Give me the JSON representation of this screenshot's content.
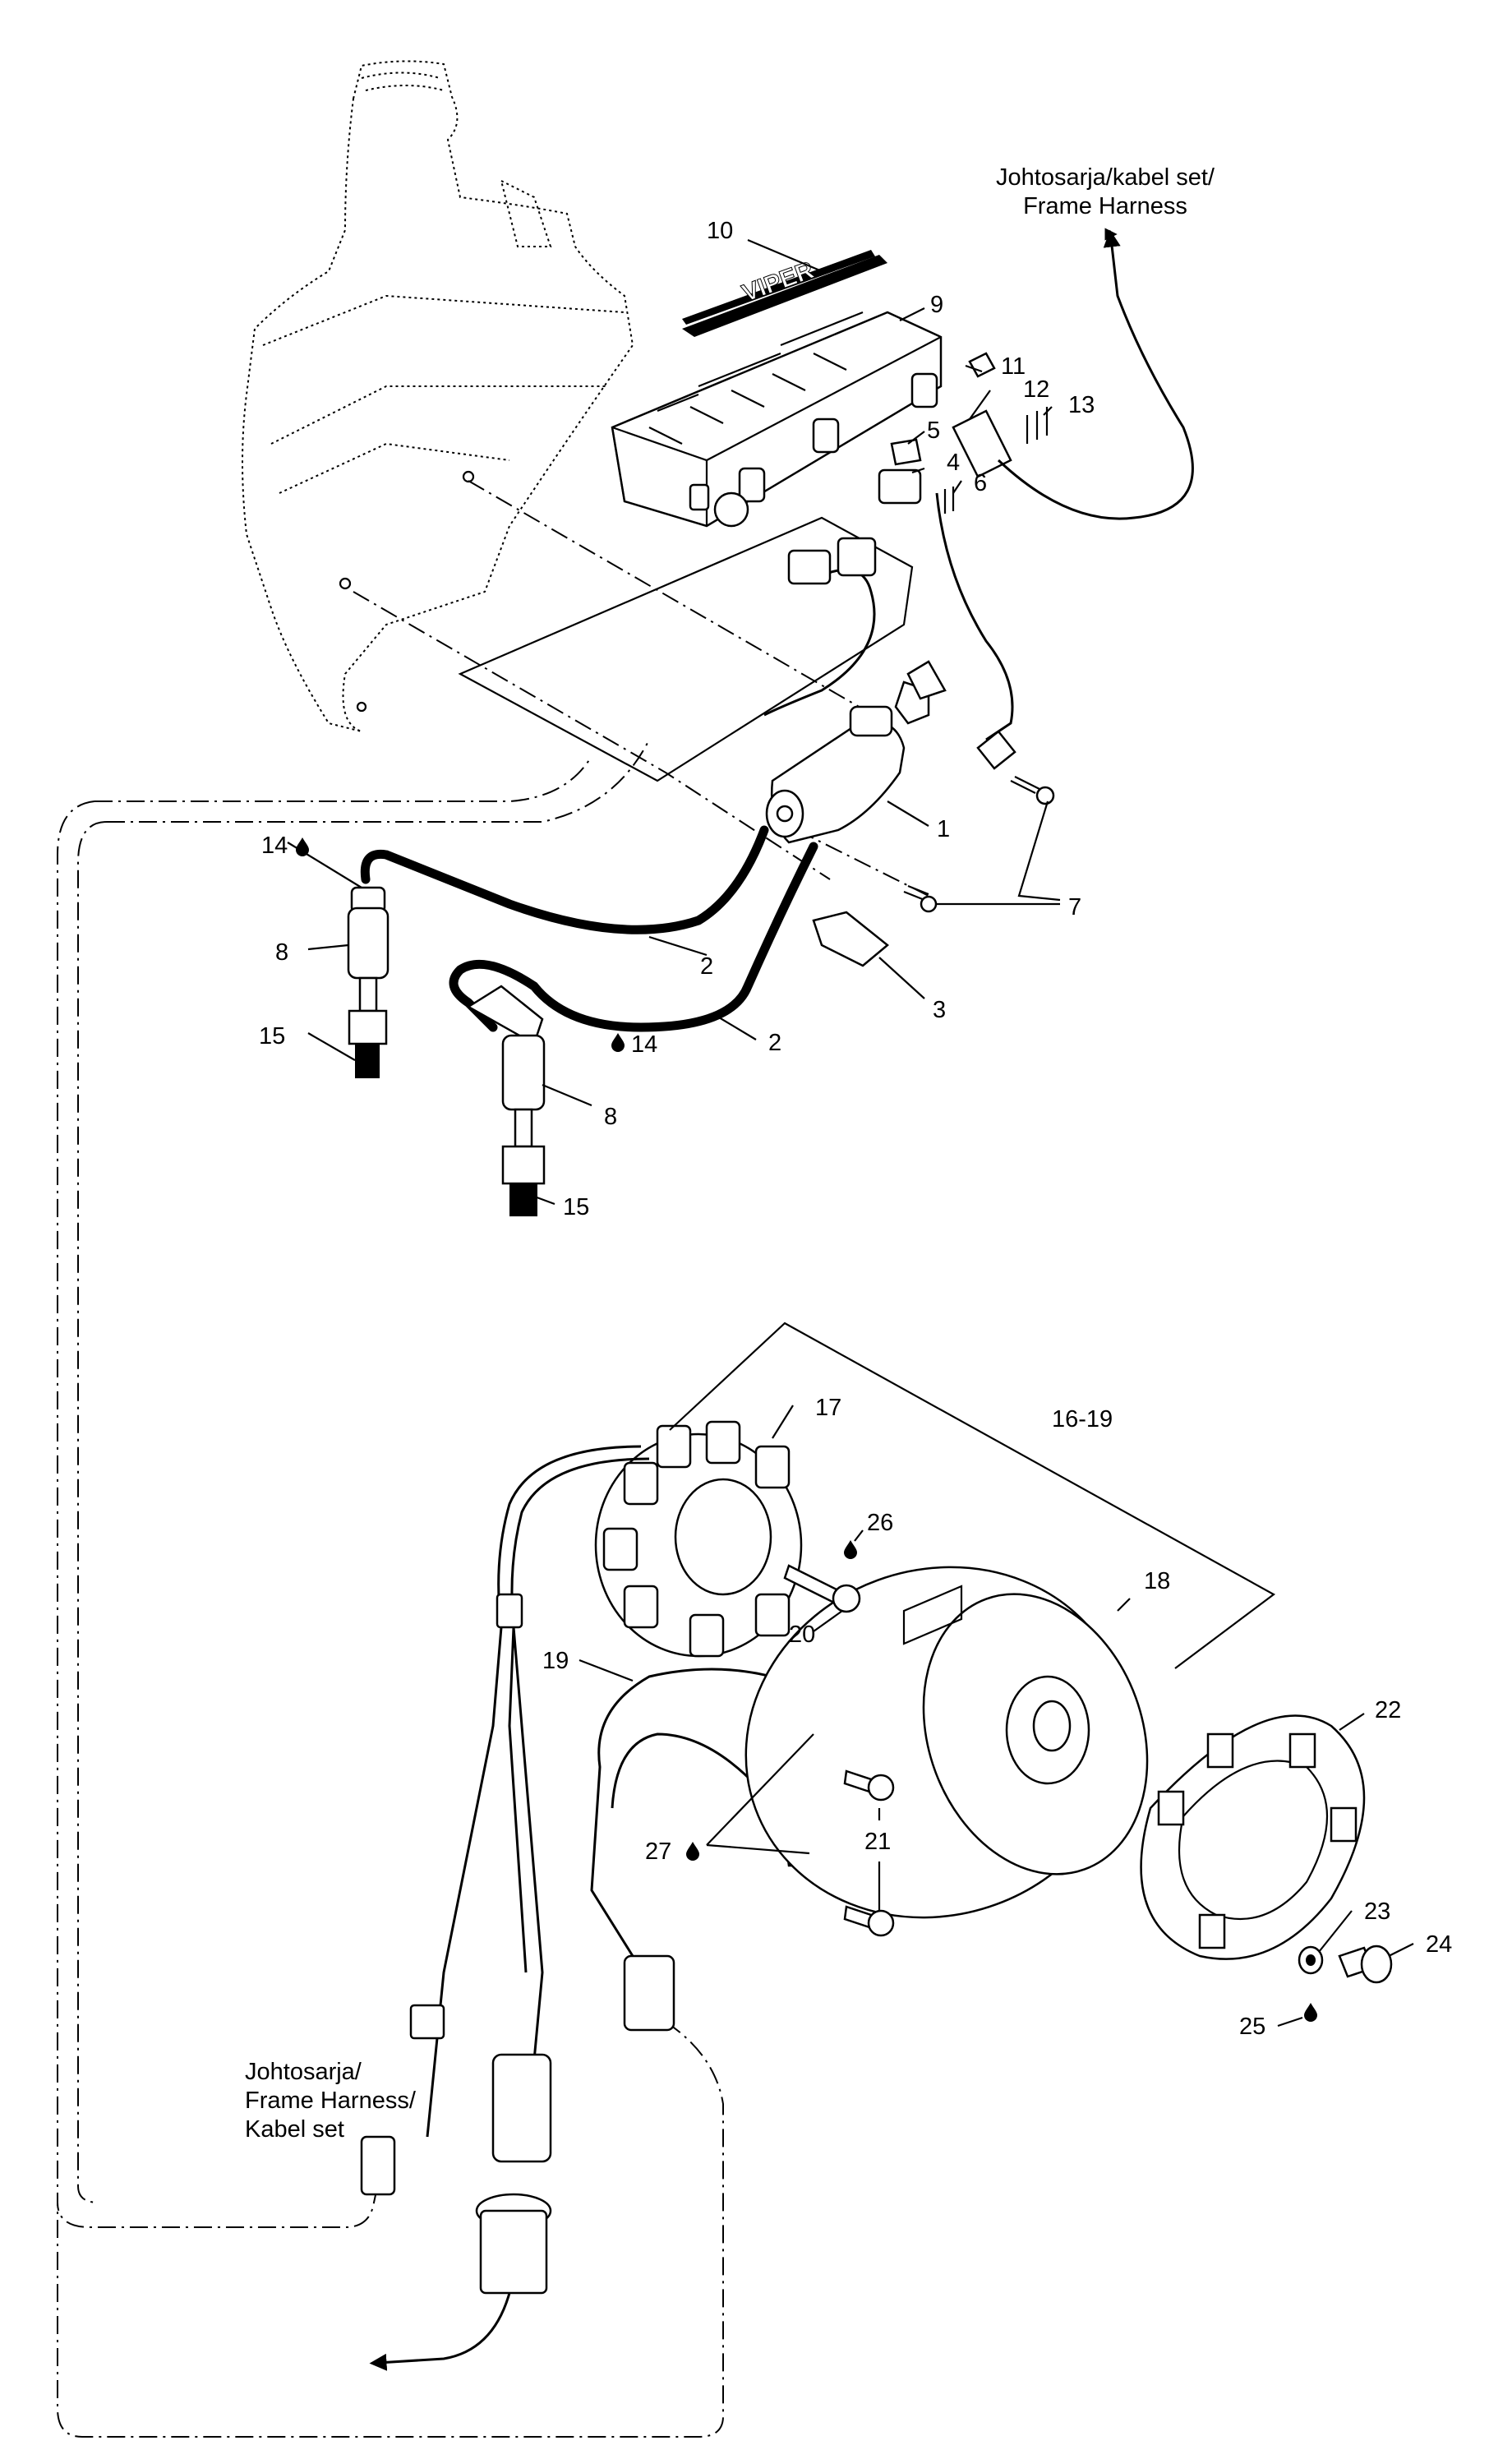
{
  "diagram": {
    "harness_top": [
      "Johtosarja/kabel set/",
      "Frame Harness"
    ],
    "harness_bottom": [
      "Johtosarja/",
      "Frame Harness/",
      "Kabel set"
    ],
    "logo_text": "VIPER",
    "callouts": {
      "c1": "1",
      "c2a": "2",
      "c2b": "2",
      "c3": "3",
      "c4": "4",
      "c5": "5",
      "c6": "6",
      "c7": "7",
      "c8a": "8",
      "c8b": "8",
      "c9": "9",
      "c10": "10",
      "c11": "11",
      "c12": "12",
      "c13": "13",
      "c14a": "14",
      "c14b": "14",
      "c15a": "15",
      "c15b": "15",
      "c16_19": "16-19",
      "c17": "17",
      "c18": "18",
      "c19": "19",
      "c20": "20",
      "c21": "21",
      "c22": "22",
      "c23": "23",
      "c24": "24",
      "c25": "25",
      "c26": "26",
      "c27": "27"
    },
    "icons": {
      "drop": "liquid-drop-icon"
    }
  }
}
